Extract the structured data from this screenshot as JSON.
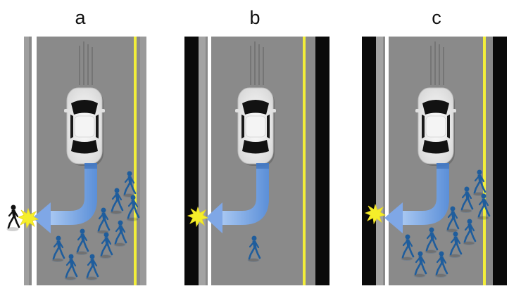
{
  "panels": [
    {
      "label": "a"
    },
    {
      "label": "b"
    },
    {
      "label": "c"
    }
  ],
  "colors": {
    "road": "#8a8a8a",
    "yellow_line": "#f2ee3a",
    "white_line": "#ffffff",
    "barrier": "#0a0a0a",
    "arrow": "#6f9fe0",
    "pedestrian": "#1f5d9c",
    "bystander": "#111111",
    "impact": "#f5ee2a"
  },
  "icons": [
    "car-icon",
    "pedestrian-icon",
    "impact-burst-icon",
    "swerve-arrow-icon"
  ]
}
